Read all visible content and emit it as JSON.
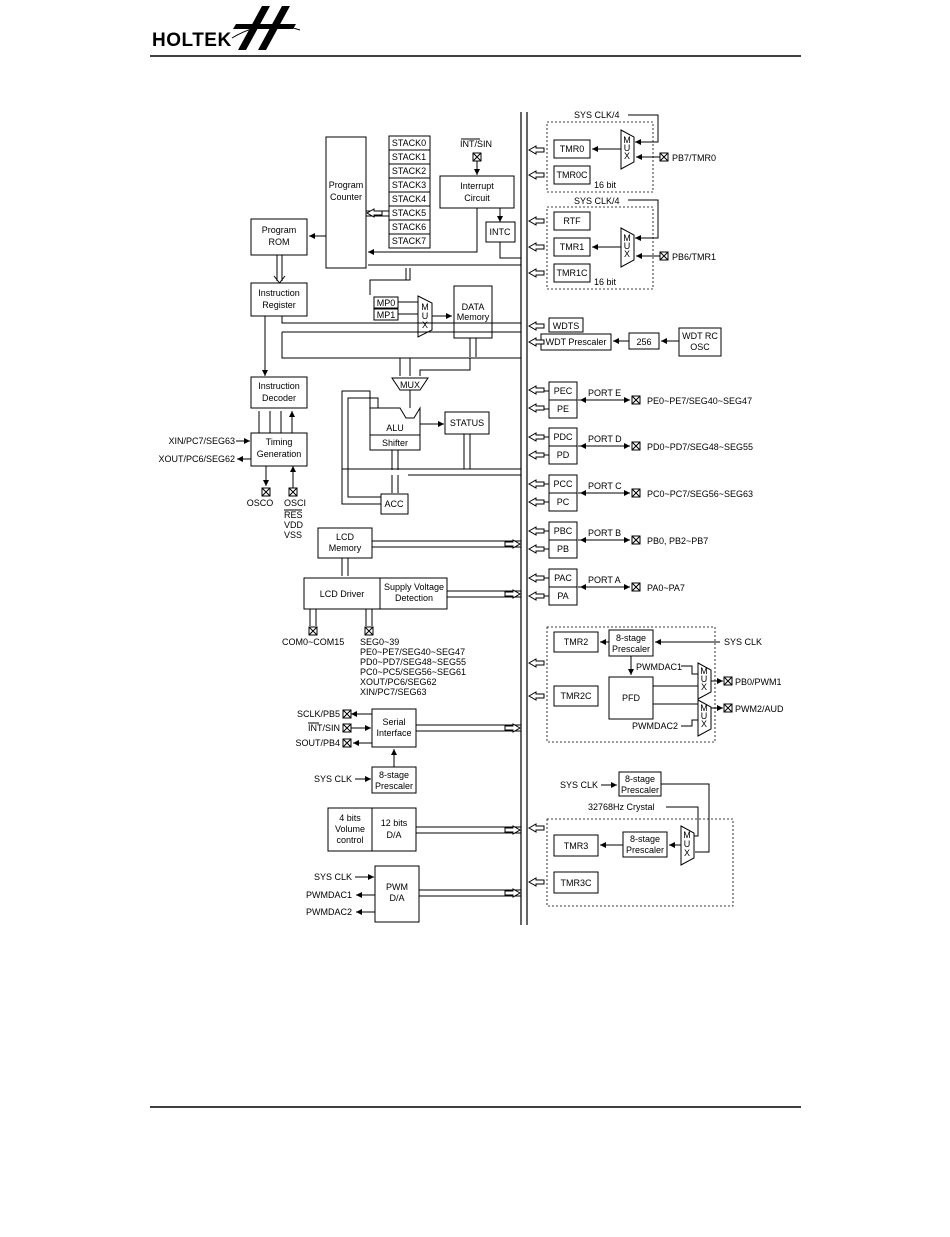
{
  "header": {
    "logo_text": "HOLTEK"
  },
  "diagram": {
    "cpu": {
      "program_counter": [
        "Program",
        "Counter"
      ],
      "stack": [
        "STACK0",
        "STACK1",
        "STACK2",
        "STACK3",
        "STACK4",
        "STACK5",
        "STACK6",
        "STACK7"
      ],
      "int_sin": "INT/SIN",
      "interrupt_circuit": [
        "Interrupt",
        "Circuit"
      ],
      "intc": "INTC",
      "program_rom": [
        "Program",
        "ROM"
      ],
      "instruction_register": [
        "Instruction",
        "Register"
      ],
      "mp0": "MP0",
      "mp1": "MP1",
      "mux_v": [
        "M",
        "U",
        "X"
      ],
      "data_memory": [
        "DATA",
        "Memory"
      ],
      "instruction_decoder": [
        "Instruction",
        "Decoder"
      ],
      "mux_h": "MUX",
      "alu": "ALU",
      "shifter": "Shifter",
      "status": "STATUS",
      "acc": "ACC",
      "timing_generation": [
        "Timing",
        "Generation"
      ],
      "xin": "XIN/PC7/SEG63",
      "xout": "XOUT/PC6/SEG62",
      "osco": "OSCO",
      "osci": "OSCI",
      "power_pins": [
        "RES",
        "VDD",
        "VSS"
      ]
    },
    "lcd": {
      "lcd_memory": [
        "LCD",
        "Memory"
      ],
      "lcd_driver": "LCD Driver",
      "supply_voltage": [
        "Supply Voltage",
        "Detection"
      ],
      "com": "COM0~COM15",
      "seg_lines": [
        "SEG0~39",
        "PE0~PE7/SEG40~SEG47",
        "PD0~PD7/SEG48~SEG55",
        "PC0~PC5/SEG56~SEG61",
        "XOUT/PC6/SEG62",
        "XIN/PC7/SEG63"
      ]
    },
    "serial": {
      "sclk": "SCLK/PB5",
      "int_sin": "INT/SIN",
      "sout": "SOUT/PB4",
      "serial_interface": [
        "Serial",
        "Interface"
      ],
      "sys_clk": "SYS CLK",
      "prescaler": [
        "8-stage",
        "Prescaler"
      ]
    },
    "audio": {
      "volume": [
        "4 bits",
        "Volume",
        "control"
      ],
      "da": [
        "12 bits",
        "D/A"
      ],
      "sys_clk": "SYS CLK",
      "pwmdac1": "PWMDAC1",
      "pwmdac2": "PWMDAC2",
      "pwm_da": [
        "PWM",
        "D/A"
      ]
    },
    "timers": {
      "sys_clk_4_a": "SYS CLK/4",
      "tmr0": "TMR0",
      "tmr0c": "TMR0C",
      "bits_a": "16 bit",
      "pb7": "PB7/TMR0",
      "sys_clk_4_b": "SYS CLK/4",
      "rtf": "RTF",
      "tmr1": "TMR1",
      "tmr1c": "TMR1C",
      "bits_b": "16 bit",
      "pb6": "PB6/TMR1",
      "wdts": "WDTS",
      "wdt_prescaler": "WDT Prescaler",
      "n256": "256",
      "wdt_osc": [
        "WDT RC",
        "OSC"
      ]
    },
    "ports": [
      {
        "ctrl": "PEC",
        "reg": "PE",
        "name": "PORT E",
        "pins": "PE0~PE7/SEG40~SEG47"
      },
      {
        "ctrl": "PDC",
        "reg": "PD",
        "name": "PORT D",
        "pins": "PD0~PD7/SEG48~SEG55"
      },
      {
        "ctrl": "PCC",
        "reg": "PC",
        "name": "PORT C",
        "pins": "PC0~PC7/SEG56~SEG63"
      },
      {
        "ctrl": "PBC",
        "reg": "PB",
        "name": "PORT B",
        "pins": "PB0, PB2~PB7"
      },
      {
        "ctrl": "PAC",
        "reg": "PA",
        "name": "PORT A",
        "pins": "PA0~PA7"
      }
    ],
    "pwm_block": {
      "tmr2": "TMR2",
      "prescaler": [
        "8-stage",
        "Prescaler"
      ],
      "sys_clk": "SYS CLK",
      "pwmdac1": "PWMDAC1",
      "tmr2c": "TMR2C",
      "pfd": "PFD",
      "pwmdac2": "PWMDAC2",
      "pb0": "PB0/PWM1",
      "pwm2": "PWM2/AUD"
    },
    "rtc_block": {
      "sys_clk": "SYS CLK",
      "prescaler_top": [
        "8-stage",
        "Prescaler"
      ],
      "crystal": "32768Hz Crystal",
      "tmr3": "TMR3",
      "prescaler": [
        "8-stage",
        "Prescaler"
      ],
      "tmr3c": "TMR3C"
    }
  }
}
